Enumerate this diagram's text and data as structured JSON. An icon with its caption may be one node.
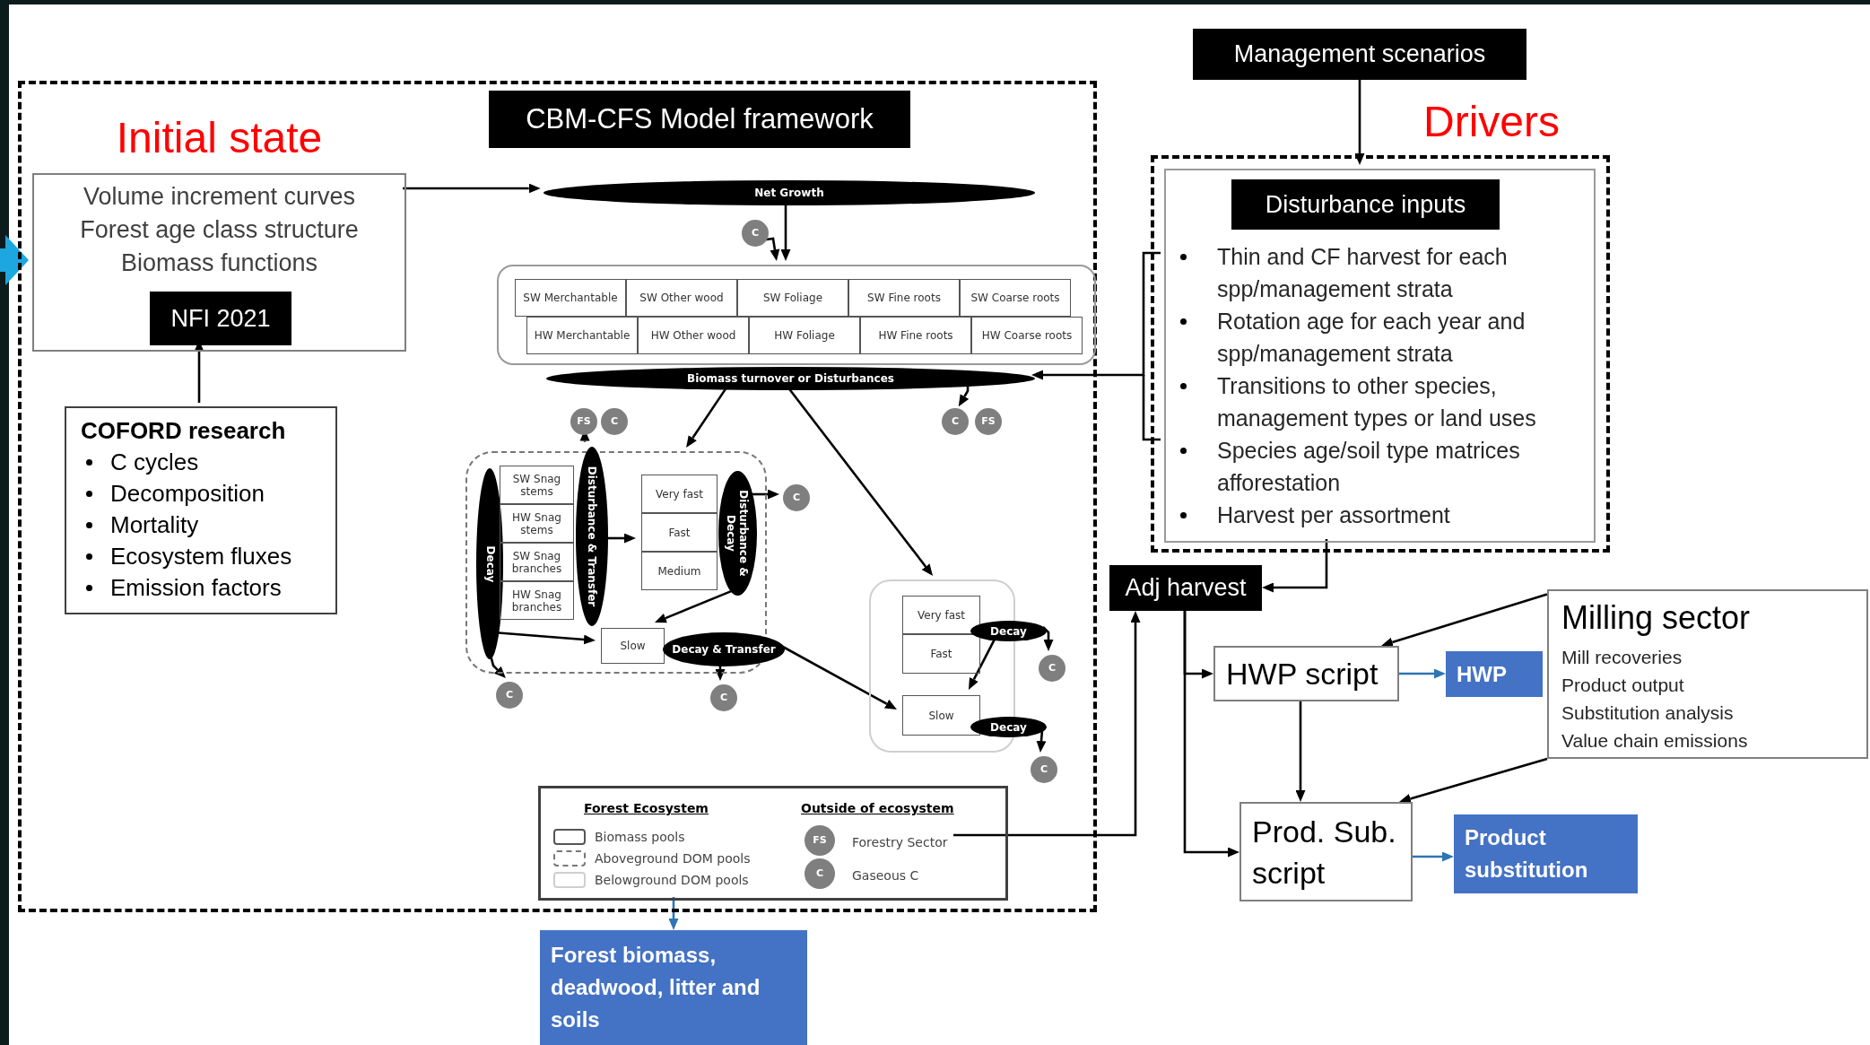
{
  "diagram": {
    "nodes": [
      {
        "text": [],
        "shape": "box"
      },
      {
        "text": [
          "CBM-CFS Model framework"
        ],
        "in": 0
      },
      {
        "text": [
          "Initial state",
          "Volume increment curves",
          "Forest age class structure",
          "Biomass functions"
        ],
        "in": 0
      },
      {
        "text": [
          "NFI 2021"
        ],
        "in": 2
      },
      {
        "text": [
          "COFORD research",
          "C cycles",
          "Decomposition",
          "Mortality",
          "Ecosystem fluxes",
          "Emission factors"
        ],
        "in": 0
      },
      {
        "text": [
          "Net Growth"
        ],
        "in": 0
      },
      {
        "text": [
          "C"
        ],
        "in": 0
      },
      {
        "text": [],
        "shape": "box",
        "in": 0
      },
      {
        "text": [
          "SW Merchantable"
        ],
        "in": 7
      },
      {
        "text": [
          "SW Other wood"
        ],
        "in": 7
      },
      {
        "text": [
          "SW Foliage"
        ],
        "in": 7
      },
      {
        "text": [
          "SW Fine roots"
        ],
        "in": 7
      },
      {
        "text": [
          "SW Coarse roots"
        ],
        "in": 7
      },
      {
        "text": [
          "HW Merchantable"
        ],
        "in": 7
      },
      {
        "text": [
          "HW Other wood"
        ],
        "in": 7
      },
      {
        "text": [
          "HW Foliage"
        ],
        "in": 7
      },
      {
        "text": [
          "HW Fine roots"
        ],
        "in": 7
      },
      {
        "text": [
          "HW Coarse roots"
        ],
        "in": 7
      },
      {
        "text": [
          "Biomass turnover or Disturbances"
        ],
        "in": 0
      },
      {
        "text": [
          "C"
        ],
        "in": 0
      },
      {
        "text": [
          "FS"
        ],
        "in": 0
      },
      {
        "text": [
          "FS"
        ],
        "in": 0
      },
      {
        "text": [
          "C"
        ],
        "in": 0
      },
      {
        "text": [],
        "shape": "box",
        "in": 0
      },
      {
        "text": [
          "Decay"
        ],
        "in": 23
      },
      {
        "text": [
          "SW Snag stems"
        ],
        "in": 23
      },
      {
        "text": [
          "HW Snag stems"
        ],
        "in": 23
      },
      {
        "text": [
          "SW Snag branches"
        ],
        "in": 23
      },
      {
        "text": [
          "HW Snag branches"
        ],
        "in": 23
      },
      {
        "text": [
          "Disturbance & Transfer"
        ],
        "in": 23
      },
      {
        "text": [
          "Very fast"
        ],
        "in": 23
      },
      {
        "text": [
          "Fast"
        ],
        "in": 23
      },
      {
        "text": [
          "Medium"
        ],
        "in": 23
      },
      {
        "text": [
          "Disturbance & Decay"
        ],
        "in": 23
      },
      {
        "text": [
          "C"
        ],
        "in": 0
      },
      {
        "text": [
          "Slow"
        ],
        "in": 23
      },
      {
        "text": [
          "Decay & Transfer"
        ],
        "in": 0
      },
      {
        "text": [
          "C"
        ],
        "in": 0
      },
      {
        "text": [
          "C"
        ],
        "in": 0
      },
      {
        "text": [],
        "shape": "box",
        "in": 0
      },
      {
        "text": [
          "Very fast"
        ],
        "in": 39
      },
      {
        "text": [
          "Fast"
        ],
        "in": 39
      },
      {
        "text": [
          "Decay"
        ],
        "in": 0
      },
      {
        "text": [
          "C"
        ],
        "in": 0
      },
      {
        "text": [
          "Slow"
        ],
        "in": 39
      },
      {
        "text": [
          "Decay"
        ],
        "in": 0
      },
      {
        "text": [
          "C"
        ],
        "in": 0
      },
      {
        "text": [
          "Forest Ecosystem",
          "Outside of ecosystem"
        ],
        "in": 0
      },
      {
        "text": [
          "FS"
        ],
        "in": 47
      },
      {
        "text": [
          "Forestry Sector"
        ],
        "in": 47
      },
      {
        "text": [
          "C"
        ],
        "in": 47
      },
      {
        "text": [
          "Gaseous C"
        ],
        "in": 47
      },
      {
        "text": [
          "Forest biomass, deadwood, litter and soils"
        ]
      },
      {
        "text": [
          "Management scenarios"
        ]
      },
      {
        "text": [
          "Drivers"
        ]
      },
      {
        "text": [
          "Thin and CF harvest for each spp/management strata",
          "Rotation age for each year and spp/management strata",
          "Transitions to other species, management types or land uses",
          "Species age/soil type matrices afforestation",
          "Harvest per assortment"
        ],
        "in": 54
      },
      {
        "text": [
          "Disturbance inputs"
        ],
        "in": 55
      },
      {
        "text": [
          "Adj harvest"
        ]
      },
      {
        "text": [
          "HWP script"
        ]
      },
      {
        "text": [
          "HWP"
        ]
      },
      {
        "text": [
          "Milling sector",
          "Mill recoveries",
          "Product output",
          "Substitution analysis",
          "Value chain emissions"
        ]
      },
      {
        "text": [
          "Prod. Sub. script"
        ]
      },
      {
        "text": [
          "Product substitution"
        ]
      }
    ],
    "edges": [
      {
        "from": null,
        "to": 2,
        "arrow": "to",
        "style": "thick",
        "color": "#1ca7e0"
      },
      {
        "from": 4,
        "to": 3,
        "arrow": "to"
      },
      {
        "from": 2,
        "to": 5,
        "arrow": "to"
      },
      {
        "from": 5,
        "to": 7,
        "arrow": "to"
      },
      {
        "from": 6,
        "to": 7,
        "arrow": "to"
      },
      {
        "from": 55,
        "to": 18,
        "arrow": "to"
      },
      {
        "from": 18,
        "to": 19,
        "arrow": "to"
      },
      {
        "from": 18,
        "to": 23,
        "arrow": "to"
      },
      {
        "from": 18,
        "to": 39,
        "arrow": "to"
      },
      {
        "from": 29,
        "to": 21,
        "arrow": "to"
      },
      {
        "from": 29,
        "to": 31,
        "arrow": "to"
      },
      {
        "from": 33,
        "to": 34,
        "arrow": "to"
      },
      {
        "from": 33,
        "to": 35,
        "arrow": "to"
      },
      {
        "from": 24,
        "to": 35,
        "arrow": "to"
      },
      {
        "from": 24,
        "to": 37,
        "arrow": "to"
      },
      {
        "from": 36,
        "to": 38,
        "arrow": "to"
      },
      {
        "from": 36,
        "to": 44,
        "arrow": "to"
      },
      {
        "from": 42,
        "to": 43,
        "arrow": "to"
      },
      {
        "from": 42,
        "to": 44,
        "arrow": "to"
      },
      {
        "from": 45,
        "to": 46,
        "arrow": "to"
      },
      {
        "from": 49,
        "to": 57,
        "arrow": "to"
      },
      {
        "from": 47,
        "to": 52,
        "arrow": "to",
        "color": "#2e75b6"
      },
      {
        "from": 53,
        "to": 55,
        "arrow": "to"
      },
      {
        "from": 55,
        "to": 57,
        "arrow": "to"
      },
      {
        "from": 57,
        "to": 58,
        "arrow": "to"
      },
      {
        "from": 57,
        "to": 61,
        "arrow": "to"
      },
      {
        "from": 58,
        "to": 59,
        "arrow": "to",
        "color": "#2e75b6"
      },
      {
        "from": 58,
        "to": 61,
        "arrow": "to"
      },
      {
        "from": 60,
        "to": 58,
        "arrow": "to"
      },
      {
        "from": 60,
        "to": 61,
        "arrow": "to"
      },
      {
        "from": 61,
        "to": 62,
        "arrow": "to",
        "color": "#2e75b6"
      }
    ],
    "legend": [
      {
        "text": "Biomass pools"
      },
      {
        "text": "Aboveground DOM pools"
      },
      {
        "text": "Belowground DOM pools"
      }
    ]
  }
}
